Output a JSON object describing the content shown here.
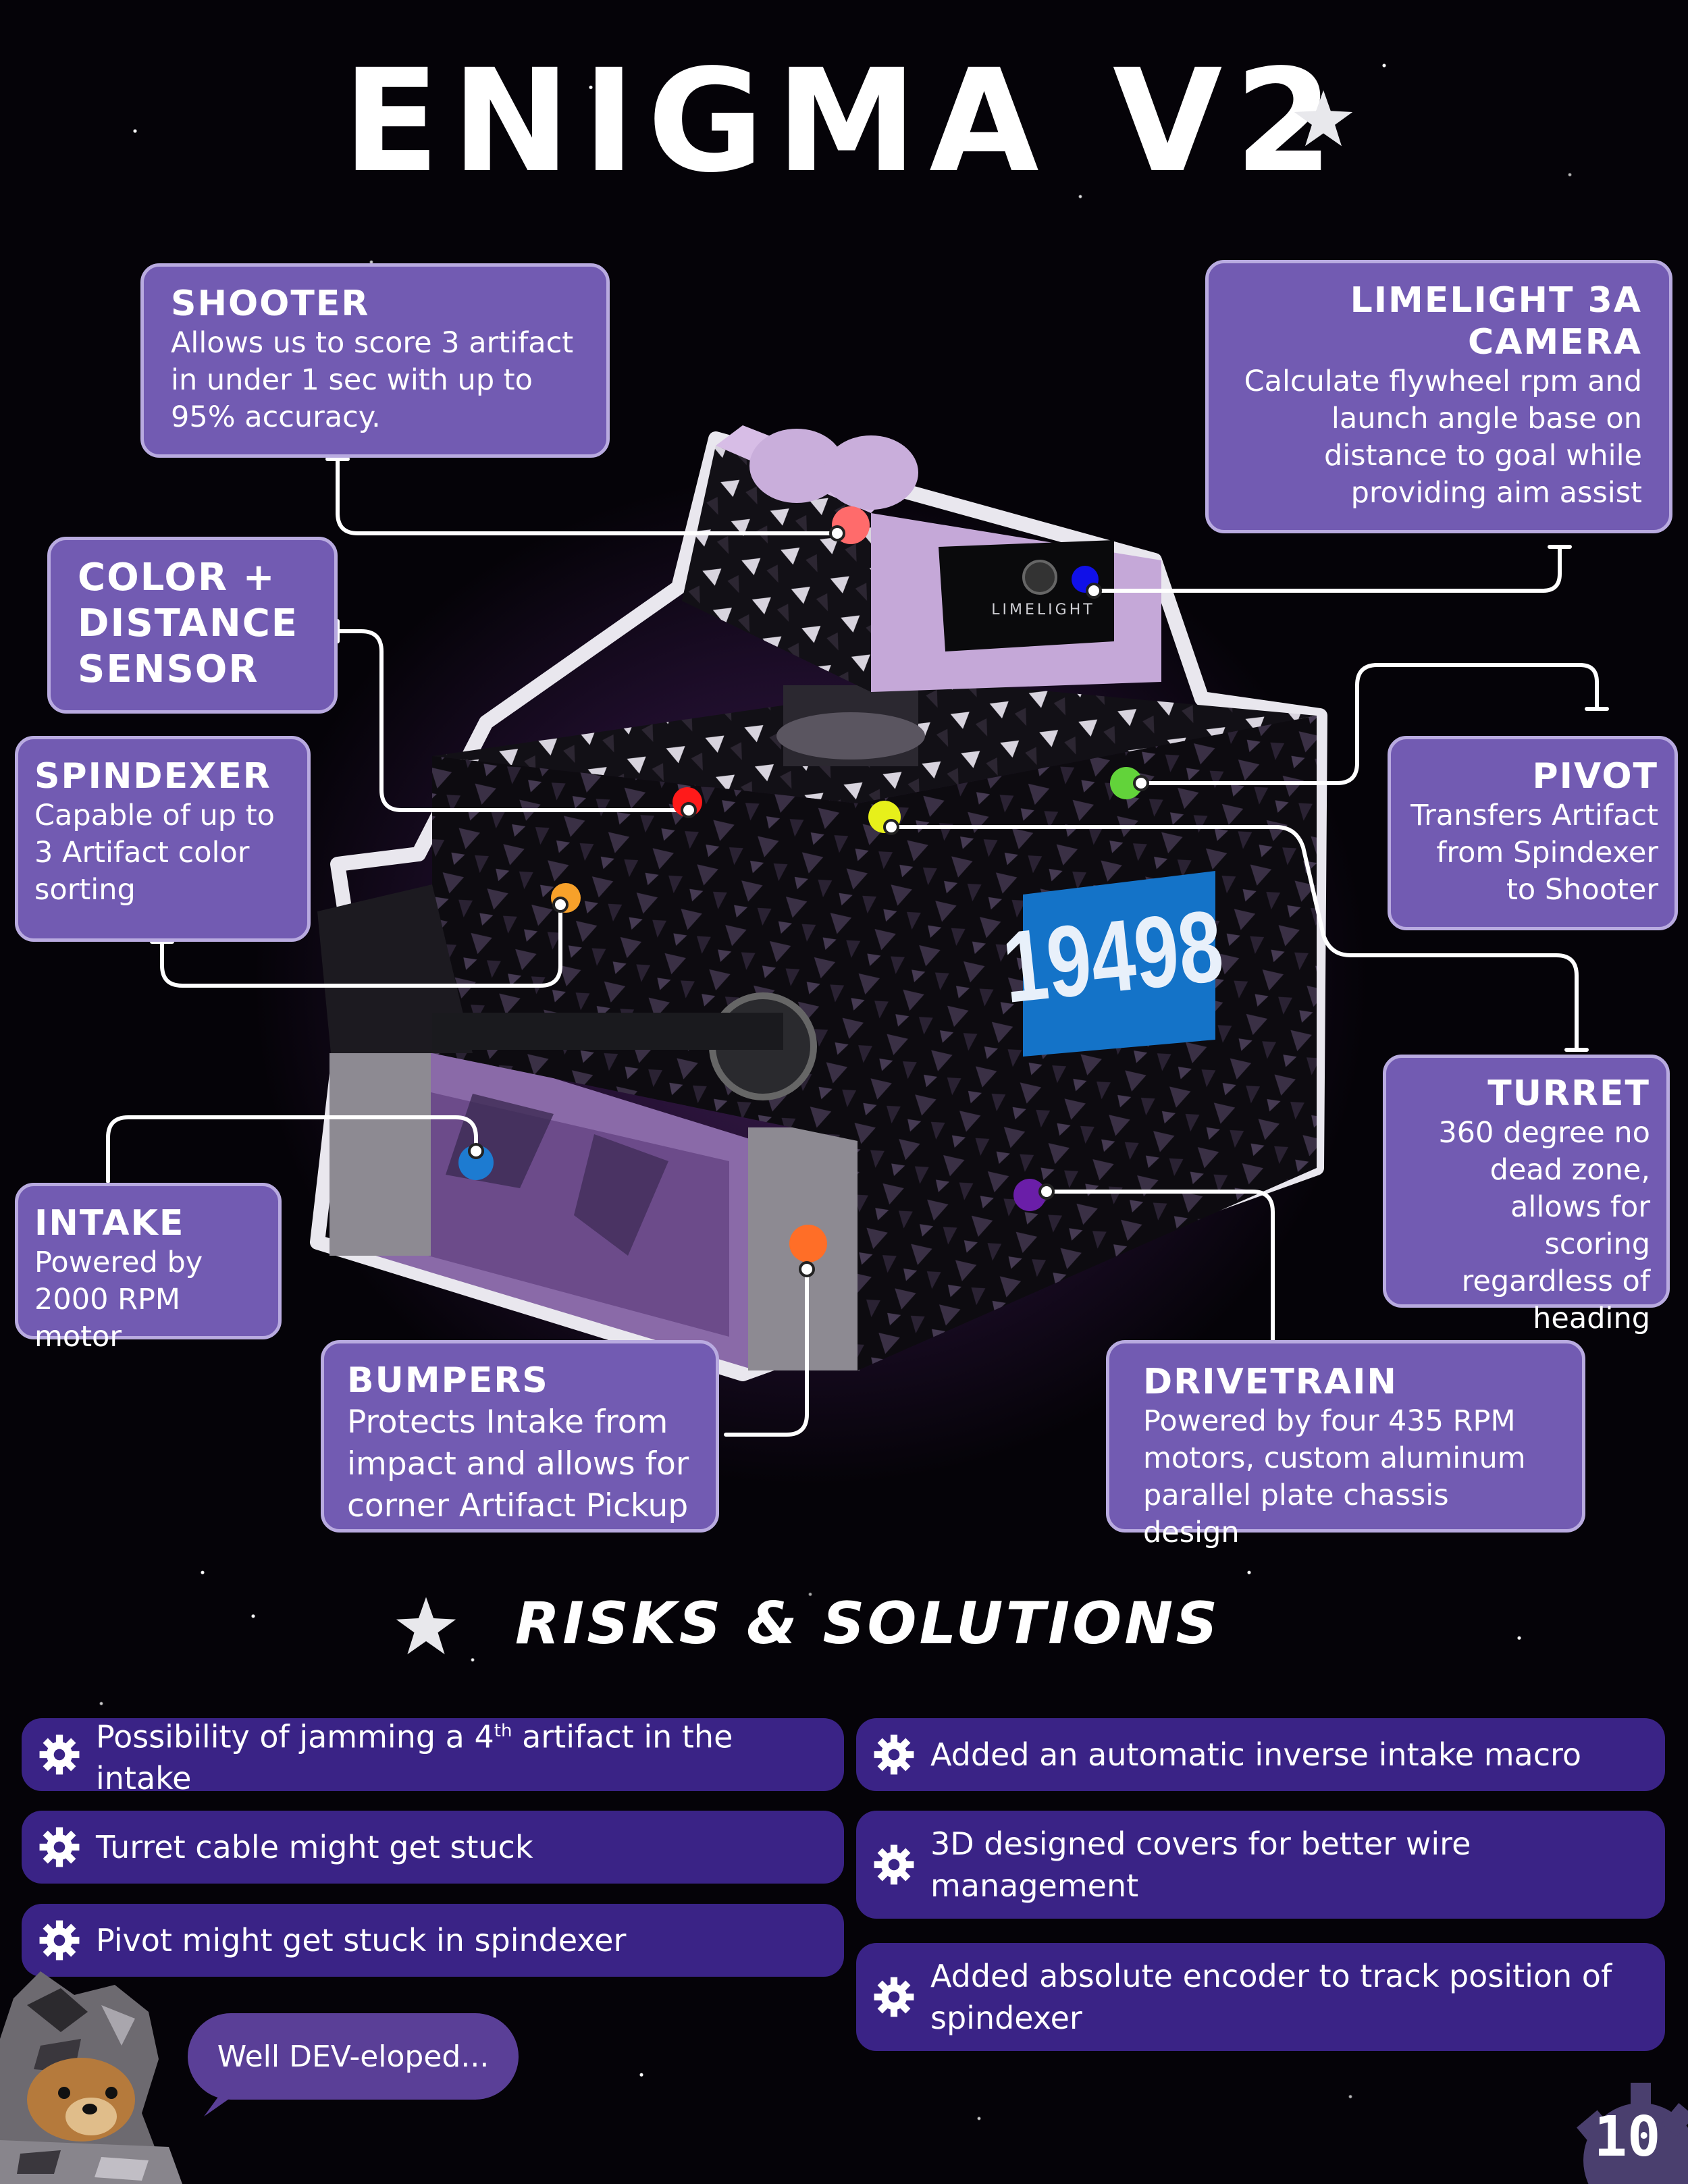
{
  "title": "ENIGMA V2",
  "robot_number": "19498",
  "camera_label": "LIMELIGHT",
  "callouts": {
    "shooter": {
      "heading": "SHOOTER",
      "body": "Allows us to score 3 artifact in under 1 sec with up to 95% accuracy."
    },
    "limelight": {
      "heading": "LIMELIGHT 3A CAMERA",
      "body": "Calculate flywheel rpm and launch angle base on distance to goal while providing aim assist"
    },
    "color_sensor": {
      "heading": "COLOR + DISTANCE SENSOR"
    },
    "spindexer": {
      "heading": "SPINDEXER",
      "body": "Capable of up to 3 Artifact color sorting"
    },
    "pivot": {
      "heading": "PIVOT",
      "body": "Transfers Artifact from Spindexer to Shooter"
    },
    "turret": {
      "heading": "TURRET",
      "body": "360 degree no dead zone, allows for scoring regardless of heading"
    },
    "intake": {
      "heading": "INTAKE",
      "body": "Powered by 2000 RPM motor"
    },
    "bumpers": {
      "heading": "BUMPERS",
      "body": "Protects Intake from impact and allows for corner Artifact Pickup"
    },
    "drivetrain": {
      "heading": "DRIVETRAIN",
      "body": "Powered by four 435 RPM motors, custom aluminum parallel plate chassis design"
    }
  },
  "risks_title": "RISKS & SOLUTIONS",
  "risks": [
    {
      "pre": "Possibility of jamming a 4",
      "sup": "th",
      "post": " artifact in the intake"
    },
    {
      "pre": "Turret cable might get stuck",
      "sup": "",
      "post": ""
    },
    {
      "pre": "Pivot might get stuck in spindexer",
      "sup": "",
      "post": ""
    }
  ],
  "solutions": [
    "Added an automatic inverse intake macro",
    "3D designed covers for better wire management",
    "Added absolute encoder to track position of spindexer"
  ],
  "speech_bubble": "Well DEV-eloped...",
  "page_number": "10",
  "colors": {
    "callout_bg": "#725bb2",
    "callout_border": "#b9abe0",
    "pill_bg": "#3a2386",
    "background": "#050308",
    "plate_blue": "#1473c8"
  }
}
